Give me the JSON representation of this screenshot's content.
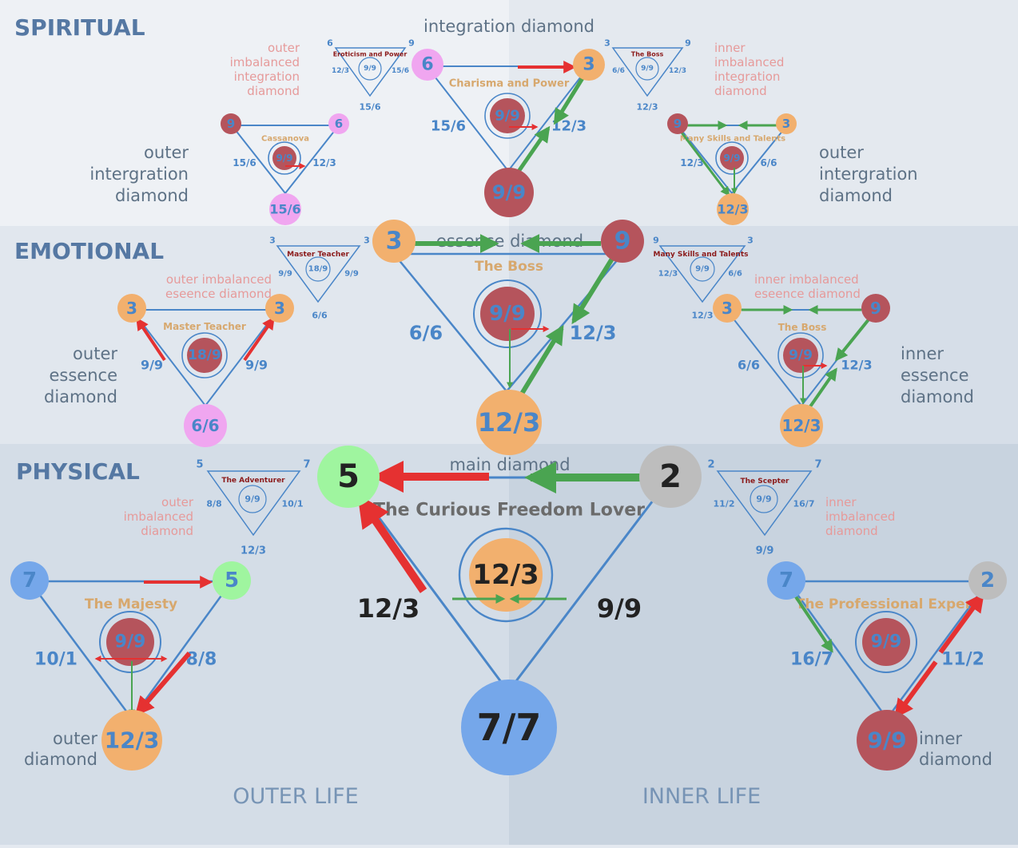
{
  "colors": {
    "blue": "#4a86c8",
    "tri": "#4a86c8",
    "red": "#b5545c",
    "orange": "#f2b06e",
    "green": "#9ff59f",
    "gray": "#bdbdbd",
    "pink": "#f0a6f0",
    "bigblue": "#75a7ea",
    "arrowRed": "#e53131",
    "arrowGreen": "#4aa451",
    "gold": "#d7a86e",
    "darkred": "#8b1a1a",
    "pinkText": "#e69a9a",
    "grayText": "#5e7286",
    "sectionText": "#5578a3"
  },
  "sections": {
    "spiritual": "SPIRITUAL",
    "emotional": "EMOTIONAL",
    "physical": "PHYSICAL"
  },
  "bottom": {
    "outer_life": "OUTER LIFE",
    "inner_life": "INNER LIFE"
  },
  "labels": {
    "integration_diamond": "integration diamond",
    "essence_diamond": "essence diamond",
    "main_diamond": "main diamond",
    "outer_imbalanced_integration": [
      "outer",
      "imbalanced",
      "integration",
      "diamond"
    ],
    "inner_imbalanced_integration": [
      "inner",
      "imbalanced",
      "integration",
      "diamond"
    ],
    "outer_integration": [
      "outer",
      "intergration",
      "diamond"
    ],
    "inner_integration": [
      "outer",
      "intergration",
      "diamond"
    ],
    "outer_imbalanced_essence": [
      "outer imbalanced",
      "eseence diamond"
    ],
    "inner_imbalanced_essence": [
      "inner imbalanced",
      "eseence diamond"
    ],
    "outer_essence": [
      "outer",
      "essence",
      "diamond"
    ],
    "inner_essence": [
      "inner",
      "essence",
      "diamond"
    ],
    "outer_imbalanced": [
      "outer",
      "imbalanced",
      "diamond"
    ],
    "inner_imbalanced": [
      "inner",
      "imbalanced",
      "diamond"
    ],
    "outer_diamond": [
      "outer",
      "diamond"
    ],
    "inner_diamond": [
      "inner",
      "diamond"
    ]
  },
  "diamonds": {
    "main": {
      "left": "5",
      "right": "2",
      "center": "12/3",
      "bottom": "7/7",
      "left_side": "12/3",
      "right_side": "9/9",
      "title": "The Curious Freedom Lover"
    },
    "essence": {
      "left": "3",
      "right": "9",
      "center": "9/9",
      "bottom": "12/3",
      "left_side": "6/6",
      "right_side": "12/3",
      "title": "The Boss"
    },
    "integration": {
      "left": "6",
      "right": "3",
      "center": "9/9",
      "bottom": "9/9",
      "left_side": "15/6",
      "right_side": "12/3",
      "title": "Charisma and Power"
    },
    "outer": {
      "left": "7",
      "right": "5",
      "center": "9/9",
      "bottom": "12/3",
      "left_side": "10/1",
      "right_side": "8/8",
      "title": "The Majesty"
    },
    "inner": {
      "left": "7",
      "right": "2",
      "center": "9/9",
      "bottom": "9/9",
      "left_side": "16/7",
      "right_side": "11/2",
      "title": "The Professional Expert"
    },
    "outer_essence": {
      "left": "3",
      "right": "3",
      "center": "18/9",
      "bottom": "6/6",
      "left_side": "9/9",
      "right_side": "9/9",
      "title": "Master Teacher"
    },
    "inner_essence": {
      "left": "3",
      "right": "9",
      "center": "9/9",
      "bottom": "12/3",
      "left_side": "6/6",
      "right_side": "12/3",
      "title": "The Boss"
    },
    "outer_integration": {
      "left": "9",
      "right": "6",
      "center": "9/9",
      "bottom": "15/6",
      "left_side": "15/6",
      "right_side": "12/3",
      "title": "Cassanova"
    },
    "inner_integration": {
      "left": "9",
      "right": "3",
      "center": "9/9",
      "bottom": "12/3",
      "left_side": "12/3",
      "right_side": "6/6",
      "title": "Many Skills and Talents"
    },
    "outer_imbalanced": {
      "left": "5",
      "right": "7",
      "center": "9/9",
      "bottom": "12/3",
      "left_side": "8/8",
      "right_side": "10/1",
      "title": "The Adventurer"
    },
    "inner_imbalanced": {
      "left": "2",
      "right": "7",
      "center": "9/9",
      "bottom": "9/9",
      "left_side": "11/2",
      "right_side": "16/7",
      "title": "The Scepter"
    },
    "outer_imbalanced_essence": {
      "left": "3",
      "right": "3",
      "center": "18/9",
      "bottom": "6/6",
      "left_side": "9/9",
      "right_side": "9/9",
      "title": "Master Teacher"
    },
    "inner_imbalanced_essence": {
      "left": "9",
      "right": "3",
      "center": "9/9",
      "bottom": "12/3",
      "left_side": "12/3",
      "right_side": "6/6",
      "title": "Many Skills and Talents"
    },
    "outer_imbalanced_integration": {
      "left": "6",
      "right": "9",
      "center": "9/9",
      "bottom": "15/6",
      "left_side": "12/3",
      "right_side": "15/6",
      "title": "Eroticism and Power"
    },
    "inner_imbalanced_integration": {
      "left": "3",
      "right": "9",
      "center": "9/9",
      "bottom": "12/3",
      "left_side": "6/6",
      "right_side": "12/3",
      "title": "The Boss"
    }
  }
}
